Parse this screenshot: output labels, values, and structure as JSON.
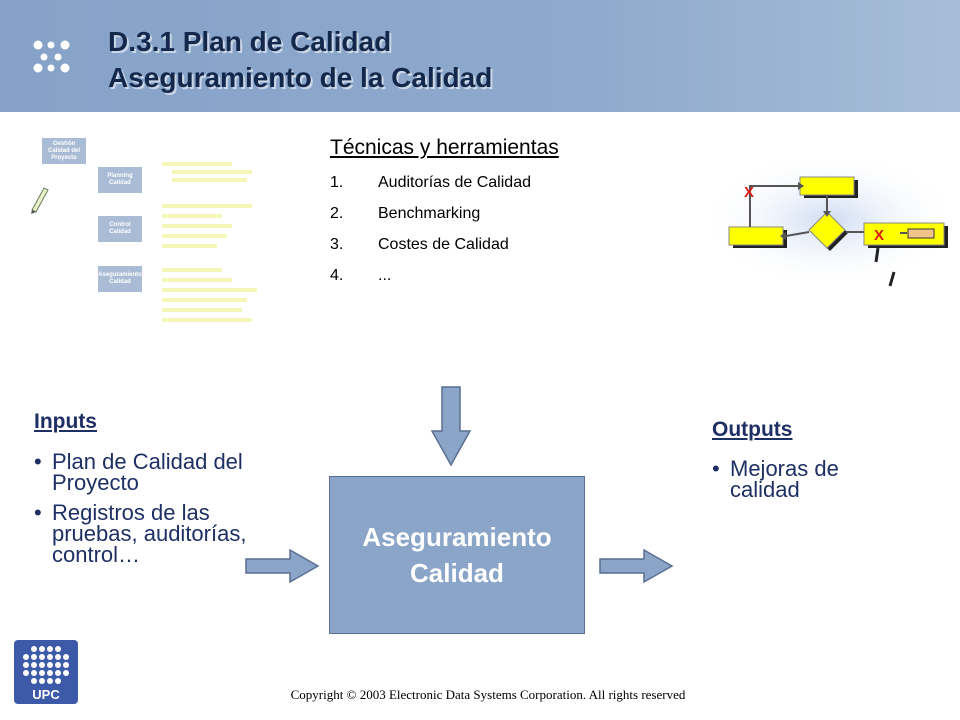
{
  "header": {
    "title_line1": "D.3.1 Plan de Calidad",
    "title_line2": "Aseguramiento de la Calidad"
  },
  "thumbnail": {
    "boxes": [
      "Gestión Calidad del Proyecto",
      "Planning Calidad",
      "Control Calidad",
      "Aseguramiento Calidad"
    ]
  },
  "techniques": {
    "heading": "Técnicas y herramientas",
    "items": [
      {
        "num": "1.",
        "text": "Auditorías de Calidad"
      },
      {
        "num": "2.",
        "text": "Benchmarking"
      },
      {
        "num": "3.",
        "text": "Costes de Calidad"
      },
      {
        "num": "4.",
        "text": "..."
      }
    ]
  },
  "flow_diagram": {
    "marks": [
      "X",
      "X"
    ]
  },
  "inputs": {
    "heading": "Inputs",
    "items": [
      "Plan de Calidad del Proyecto",
      "Registros de las pruebas, auditorías, control…"
    ]
  },
  "process": {
    "line1": "Aseguramiento",
    "line2": "Calidad"
  },
  "outputs": {
    "heading": "Outputs",
    "items": [
      "Mejoras de calidad"
    ]
  },
  "logo": {
    "text": "UPC"
  },
  "footer": {
    "copyright": "Copyright © 2003 Electronic Data Systems Corporation. All rights reserved"
  },
  "colors": {
    "header": "#8ea9cc",
    "title": "#14284b",
    "process_box": "#8ba5c9",
    "text_dark_blue": "#1e2f63",
    "flow_yellow": "#ffff00",
    "x_red": "#d81818"
  }
}
